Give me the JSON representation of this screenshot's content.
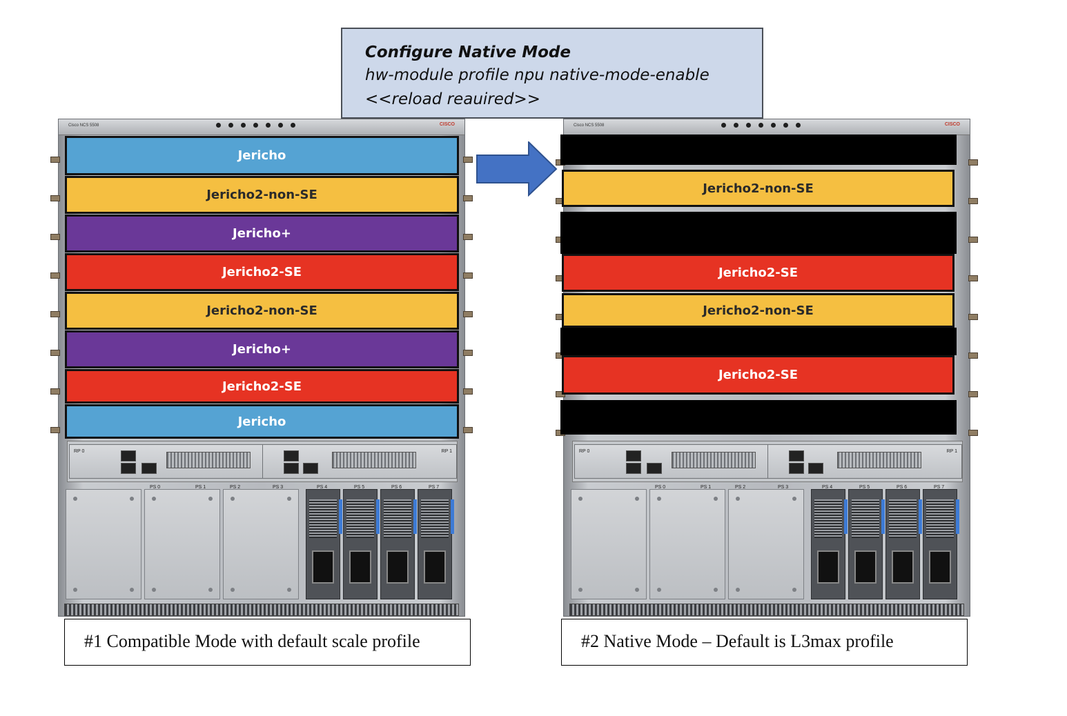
{
  "callout": {
    "title": "Configure Native Mode",
    "command": "hw-module profile npu native-mode-enable",
    "note": "<<reload reauired>>"
  },
  "chassis_labels": {
    "model": "Cisco NCS 5508",
    "brand": "CISCO",
    "rp0": "RP 0",
    "rp1": "RP 1",
    "ps_slots": [
      "PS 0",
      "PS 1",
      "PS 2",
      "PS 3",
      "PS 4",
      "PS 5",
      "PS 6",
      "PS 7"
    ]
  },
  "left_chassis": {
    "cards": [
      {
        "label": "Jericho",
        "color": "#55a3d3",
        "text_color": "#ffffff"
      },
      {
        "label": "Jericho2-non-SE",
        "color": "#f5bf41",
        "text_color": "#2a2a2a"
      },
      {
        "label": "Jericho+",
        "color": "#6a3898",
        "text_color": "#ffffff"
      },
      {
        "label": "Jericho2-SE",
        "color": "#e63323",
        "text_color": "#ffffff"
      },
      {
        "label": "Jericho2-non-SE",
        "color": "#f5bf41",
        "text_color": "#2a2a2a"
      },
      {
        "label": "Jericho+",
        "color": "#6a3898",
        "text_color": "#ffffff"
      },
      {
        "label": "Jericho2-SE",
        "color": "#e63323",
        "text_color": "#ffffff"
      },
      {
        "label": "Jericho",
        "color": "#55a3d3",
        "text_color": "#ffffff"
      }
    ],
    "caption": "#1 Compatible Mode with default scale profile"
  },
  "right_chassis": {
    "cards": [
      {
        "label": "Jericho2-non-SE",
        "color": "#f5bf41",
        "text_color": "#2a2a2a"
      },
      {
        "label": "Jericho2-SE",
        "color": "#e63323",
        "text_color": "#ffffff"
      },
      {
        "label": "Jericho2-non-SE",
        "color": "#f5bf41",
        "text_color": "#2a2a2a"
      },
      {
        "label": "Jericho2-SE",
        "color": "#e63323",
        "text_color": "#ffffff"
      }
    ],
    "caption": "#2 Native Mode – Default is L3max profile"
  },
  "colors": {
    "callout_bg": "#cdd8ea",
    "arrow": "#4472c4",
    "arrow_outline": "#2f528f"
  },
  "icons": [
    "right-arrow-icon"
  ]
}
